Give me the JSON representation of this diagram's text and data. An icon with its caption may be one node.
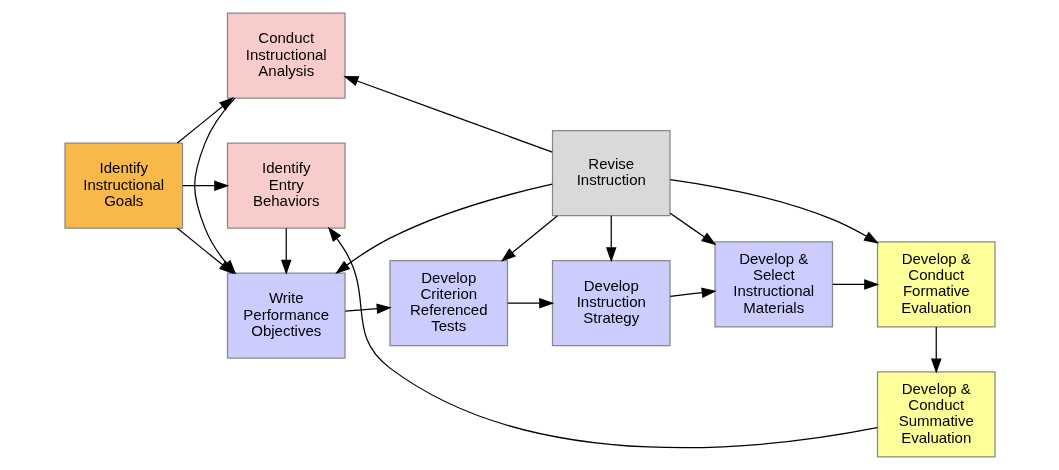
{
  "diagram": {
    "nodes": [
      {
        "text": [
          "Identify Instructional Goals"
        ]
      },
      {
        "text": [
          "Conduct Instructional Analysis"
        ]
      },
      {
        "text": [
          "Revise Instruction"
        ]
      },
      {
        "text": [
          "Write Performance Objectives"
        ]
      },
      {
        "text": [
          "Develop Criterion Referenced Tests"
        ]
      },
      {
        "text": [
          "Develop Instruction Strategy"
        ]
      },
      {
        "text": [
          "Develop & Select Instructional Materials"
        ]
      },
      {
        "text": [
          "Develop & Conduct Formative Evaluation"
        ]
      },
      {
        "text": [
          "Identify Entry Behaviors"
        ]
      },
      {
        "text": [
          "Develop & Conduct Summative Evaluation"
        ]
      }
    ],
    "edges": [
      {
        "from": 0,
        "to": 1,
        "arrow": "to"
      },
      {
        "from": 0,
        "to": 3,
        "arrow": "to"
      },
      {
        "from": 0,
        "to": 8,
        "arrow": "to"
      },
      {
        "from": 2,
        "to": 1,
        "arrow": "to"
      },
      {
        "from": 1,
        "to": 3,
        "arrow": "to"
      },
      {
        "from": 2,
        "to": 3,
        "arrow": "to"
      },
      {
        "from": 2,
        "to": 4,
        "arrow": "to"
      },
      {
        "from": 2,
        "to": 5,
        "arrow": "to"
      },
      {
        "from": 2,
        "to": 6,
        "arrow": "to"
      },
      {
        "from": 2,
        "to": 7,
        "arrow": "to"
      },
      {
        "from": 8,
        "to": 3,
        "arrow": "to"
      },
      {
        "from": 3,
        "to": 4,
        "arrow": "to"
      },
      {
        "from": 4,
        "to": 5,
        "arrow": "to"
      },
      {
        "from": 5,
        "to": 6,
        "arrow": "to"
      },
      {
        "from": 6,
        "to": 7,
        "arrow": "to"
      },
      {
        "from": 7,
        "to": 9,
        "arrow": "to"
      },
      {
        "from": 9,
        "to": 8,
        "arrow": "to"
      }
    ]
  }
}
